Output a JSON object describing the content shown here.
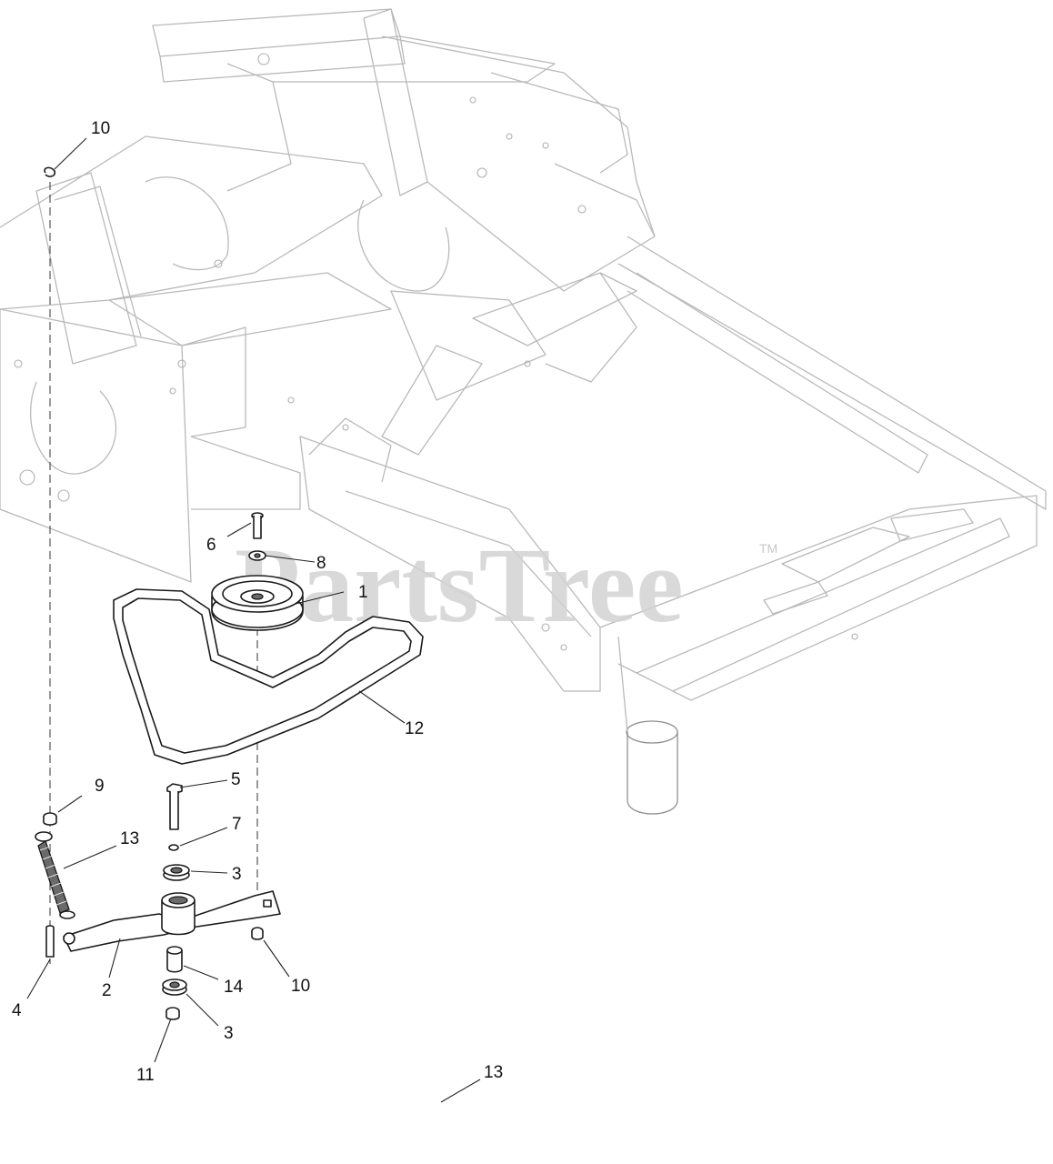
{
  "watermark": {
    "text": "PartsTree",
    "trademark": "TM"
  },
  "callouts": [
    {
      "id": "1",
      "label": "1"
    },
    {
      "id": "2",
      "label": "2"
    },
    {
      "id": "3a",
      "label": "3"
    },
    {
      "id": "3b",
      "label": "3"
    },
    {
      "id": "4",
      "label": "4"
    },
    {
      "id": "5",
      "label": "5"
    },
    {
      "id": "6",
      "label": "6"
    },
    {
      "id": "7",
      "label": "7"
    },
    {
      "id": "8",
      "label": "8"
    },
    {
      "id": "9",
      "label": "9"
    },
    {
      "id": "10a",
      "label": "10"
    },
    {
      "id": "10b",
      "label": "10"
    },
    {
      "id": "11",
      "label": "11"
    },
    {
      "id": "12",
      "label": "12"
    },
    {
      "id": "13a",
      "label": "13"
    },
    {
      "id": "13b",
      "label": "13"
    },
    {
      "id": "14",
      "label": "14"
    }
  ]
}
